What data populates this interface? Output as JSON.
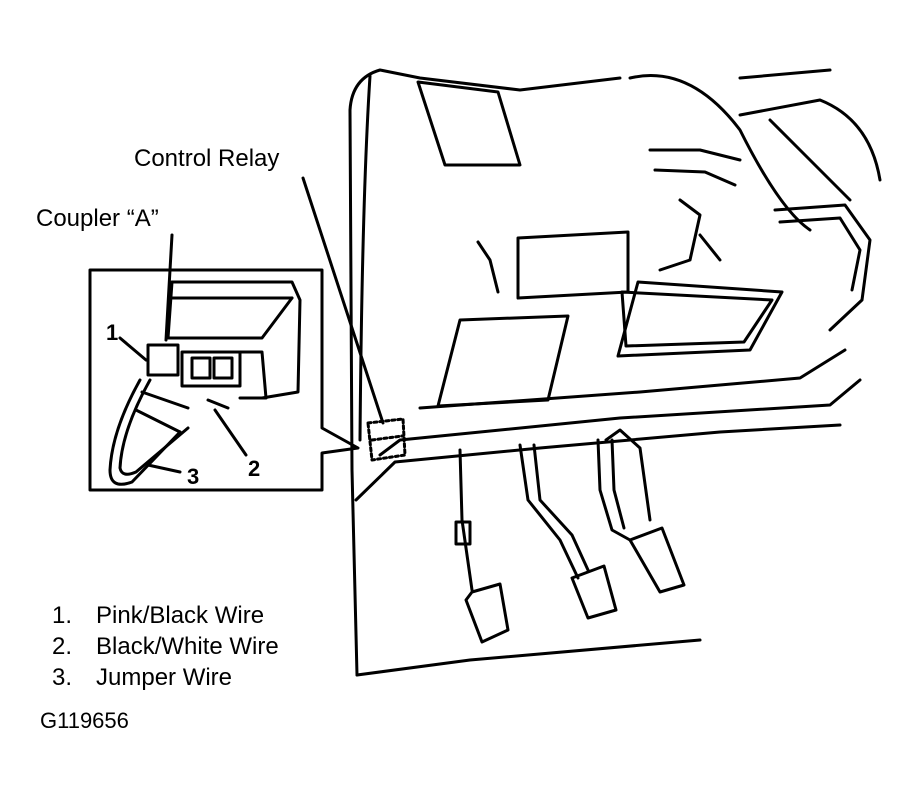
{
  "labels": {
    "control_relay": "Control Relay",
    "coupler_a": "Coupler “A”"
  },
  "callouts": [
    "1",
    "2",
    "3"
  ],
  "legend": [
    {
      "num": "1.",
      "text": "Pink/Black Wire"
    },
    {
      "num": "2.",
      "text": "Black/White Wire"
    },
    {
      "num": "3.",
      "text": "Jumper Wire"
    }
  ],
  "figure_id": "G119656"
}
